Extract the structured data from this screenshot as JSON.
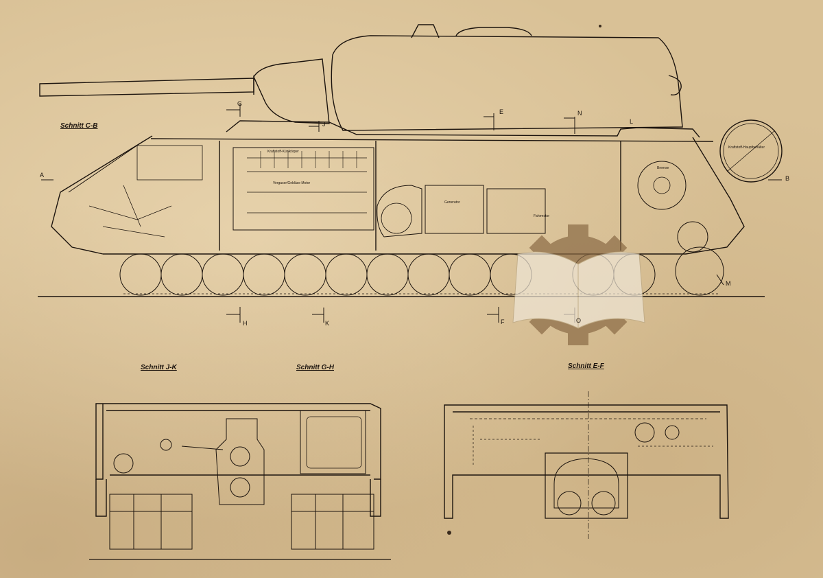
{
  "colors": {
    "paper": "#d9c196",
    "ink": "#1c140e",
    "watermark_gear": "#8a6a45",
    "watermark_book": "#efe6d6"
  },
  "side_view": {
    "section_label": "Schnitt C-B",
    "markers": [
      "A",
      "B",
      "G",
      "J",
      "E",
      "N",
      "L",
      "M",
      "H",
      "K",
      "F",
      "O"
    ],
    "component_labels": {
      "radiator": "Kraftstoff-Kühlkörper",
      "engine": "Vergaser/Gebläse Motor",
      "generator": "Generator",
      "motor": "Fahrmotor",
      "fuel_tank": "Kraftstoff-Hauptbehälter",
      "brake": "Bremse"
    }
  },
  "sections": {
    "jk": {
      "label": "Schnitt J-K"
    },
    "gh": {
      "label": "Schnitt G-H"
    },
    "ef": {
      "label": "Schnitt E-F"
    }
  }
}
